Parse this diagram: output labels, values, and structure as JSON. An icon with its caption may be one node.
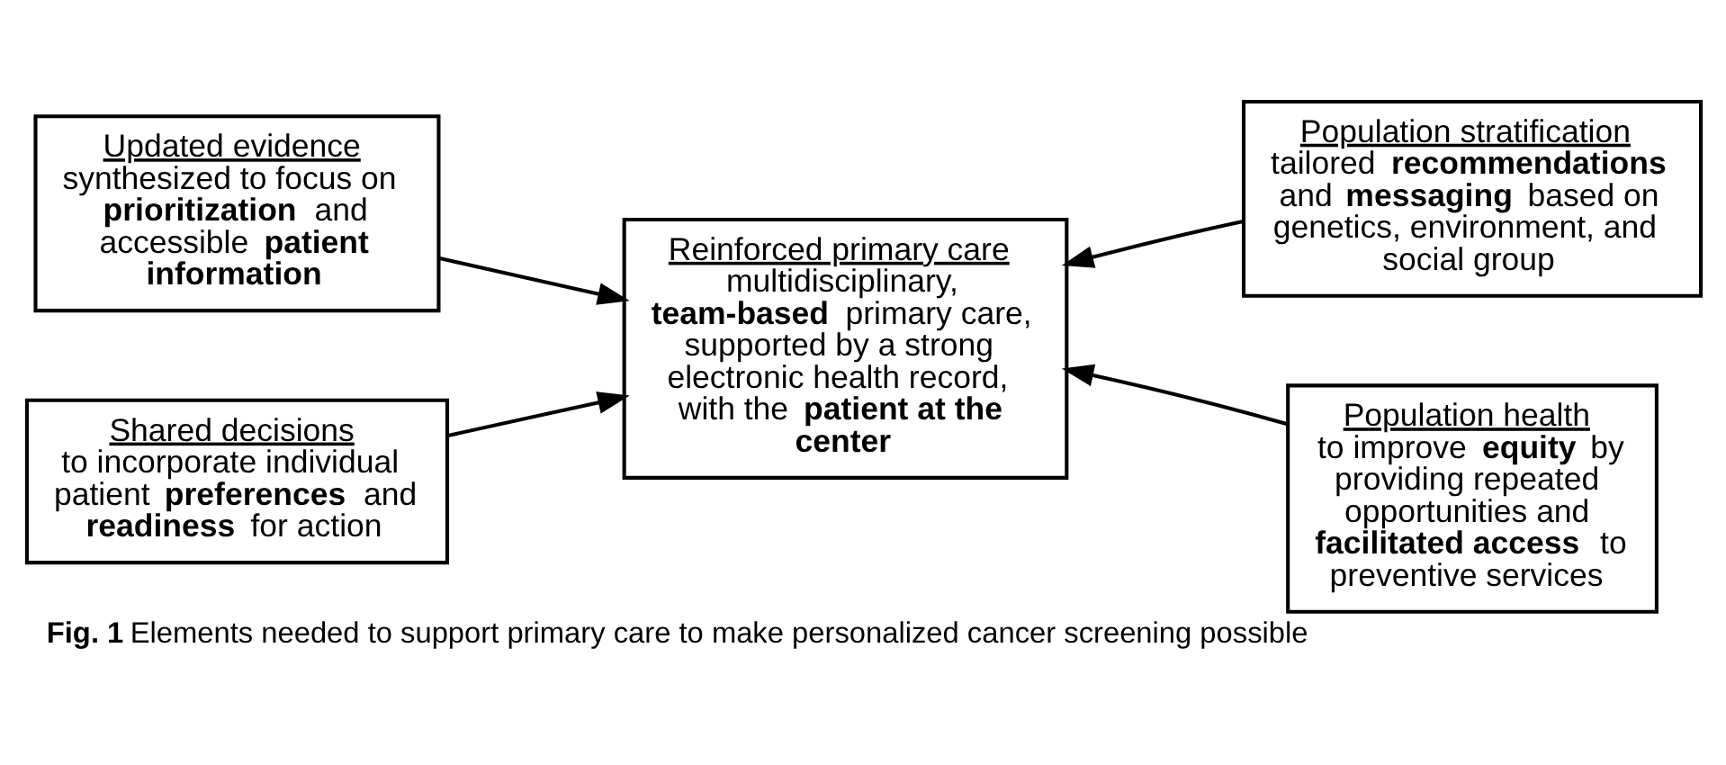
{
  "diagram": {
    "caption": "**Fig. 1** Elements needed to support primary care to make personalized cancer screening possible",
    "nodes": [
      {
        "text": [
          "Reinforced primary care",
          "multidisciplinary, **team-based** primary care, supported by a strong electronic health record, with the **patient at the center**"
        ]
      },
      {
        "text": [
          "Updated evidence",
          "synthesized to focus on **prioritization** and accessible **patient information**"
        ]
      },
      {
        "text": [
          "Shared decisions",
          "to incorporate individual patient **preferences** and **readiness** for action"
        ]
      },
      {
        "text": [
          "Population stratification",
          "tailored **recommendations** and **messaging** based on genetics, environment, and social group"
        ]
      },
      {
        "text": [
          "Population health",
          "to improve **equity** by providing repeated opportunities and **facilitated access** to preventive services"
        ]
      }
    ],
    "edges": [
      {
        "from": 1,
        "to": 0,
        "arrow": "to"
      },
      {
        "from": 2,
        "to": 0,
        "arrow": "to"
      },
      {
        "from": 3,
        "to": 0,
        "arrow": "to"
      },
      {
        "from": 4,
        "to": 0,
        "arrow": "to"
      }
    ]
  }
}
